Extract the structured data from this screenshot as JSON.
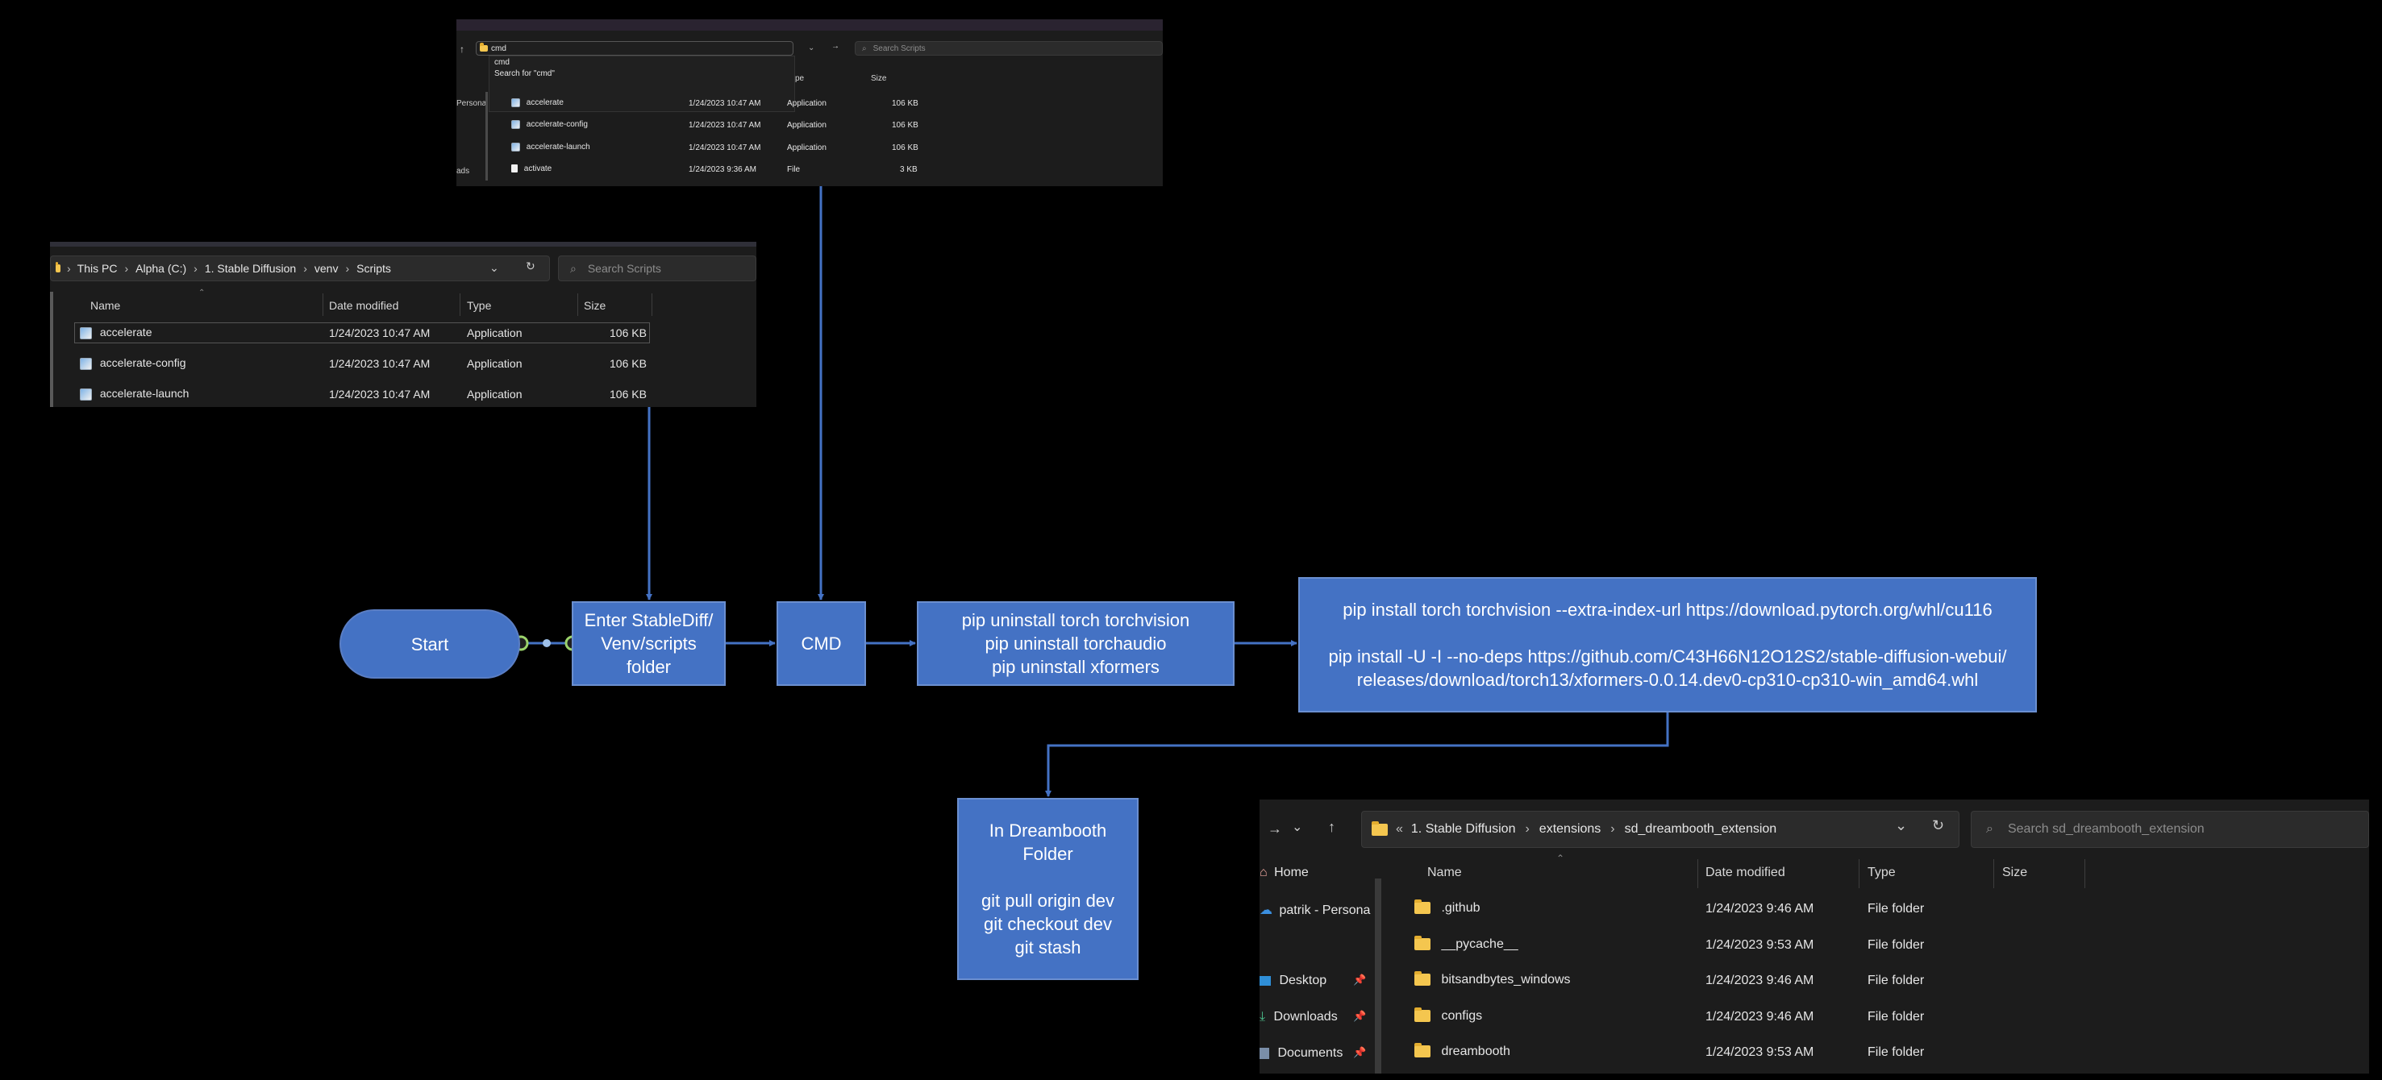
{
  "flowchart": {
    "start": {
      "label": "Start"
    },
    "enter": {
      "lines": [
        "Enter StableDiff/",
        "Venv/scripts",
        "folder"
      ]
    },
    "cmd": {
      "label": "CMD"
    },
    "uninstall": {
      "lines": [
        "pip uninstall torch torchvision",
        "pip uninstall torchaudio",
        "pip uninstall xformers"
      ]
    },
    "install": {
      "line1": "pip install torch torchvision --extra-index-url https://download.pytorch.org/whl/cu116",
      "line2": "pip install -U -I --no-deps https://github.com/C43H66N12O12S2/stable-diffusion-webui/",
      "line3": "releases/download/torch13/xformers-0.0.14.dev0-cp310-cp310-win_amd64.whl"
    },
    "dreambooth": {
      "title_lines": [
        "In Dreambooth",
        "Folder"
      ],
      "cmd_lines": [
        "git pull origin dev",
        "git checkout dev",
        "git stash"
      ]
    },
    "colors": {
      "node_fill": "#4472c4",
      "node_border": "#6b8fd0",
      "connector": "#4472c4",
      "background": "#000000"
    }
  },
  "screenshot_cmd": {
    "address_value": "cmd",
    "autocomplete": [
      "cmd",
      "Search for \"cmd\""
    ],
    "search_placeholder": "Search Scripts",
    "col_type": "pe",
    "col_size": "Size",
    "nav_labels": [
      "Persona",
      "ads"
    ],
    "rows": [
      {
        "name": "accelerate",
        "date": "1/24/2023 10:47 AM",
        "type": "Application",
        "size": "106 KB",
        "icon": "app-icon"
      },
      {
        "name": "accelerate-config",
        "date": "1/24/2023 10:47 AM",
        "type": "Application",
        "size": "106 KB",
        "icon": "app-icon"
      },
      {
        "name": "accelerate-launch",
        "date": "1/24/2023 10:47 AM",
        "type": "Application",
        "size": "106 KB",
        "icon": "app-icon"
      },
      {
        "name": "activate",
        "date": "1/24/2023 9:36 AM",
        "type": "File",
        "size": "3 KB",
        "icon": "file-icon"
      }
    ]
  },
  "screenshot_scripts": {
    "breadcrumbs": [
      "This PC",
      "Alpha (C:)",
      "1. Stable Diffusion",
      "venv",
      "Scripts"
    ],
    "search_placeholder": "Search Scripts",
    "columns": [
      "Name",
      "Date modified",
      "Type",
      "Size"
    ],
    "rows": [
      {
        "name": "accelerate",
        "date": "1/24/2023 10:47 AM",
        "type": "Application",
        "size": "106 KB",
        "icon": "app-icon"
      },
      {
        "name": "accelerate-config",
        "date": "1/24/2023 10:47 AM",
        "type": "Application",
        "size": "106 KB",
        "icon": "app-icon"
      },
      {
        "name": "accelerate-launch",
        "date": "1/24/2023 10:47 AM",
        "type": "Application",
        "size": "106 KB",
        "icon": "app-icon"
      }
    ]
  },
  "screenshot_dreambooth": {
    "breadcrumbs": [
      "1. Stable Diffusion",
      "extensions",
      "sd_dreambooth_extension"
    ],
    "search_placeholder": "Search sd_dreambooth_extension",
    "columns": [
      "Name",
      "Date modified",
      "Type",
      "Size"
    ],
    "nav": [
      {
        "label": "Home",
        "icon": "home-icon",
        "pinned": false
      },
      {
        "label": "patrik - Persona",
        "icon": "onedrive-icon",
        "pinned": false
      },
      {
        "label": "Desktop",
        "icon": "desktop-icon",
        "pinned": true
      },
      {
        "label": "Downloads",
        "icon": "download-icon",
        "pinned": true
      },
      {
        "label": "Documents",
        "icon": "documents-icon",
        "pinned": true
      }
    ],
    "rows": [
      {
        "name": ".github",
        "date": "1/24/2023 9:46 AM",
        "type": "File folder",
        "size": ""
      },
      {
        "name": "__pycache__",
        "date": "1/24/2023 9:53 AM",
        "type": "File folder",
        "size": ""
      },
      {
        "name": "bitsandbytes_windows",
        "date": "1/24/2023 9:46 AM",
        "type": "File folder",
        "size": ""
      },
      {
        "name": "configs",
        "date": "1/24/2023 9:46 AM",
        "type": "File folder",
        "size": ""
      },
      {
        "name": "dreambooth",
        "date": "1/24/2023 9:53 AM",
        "type": "File folder",
        "size": ""
      }
    ]
  }
}
